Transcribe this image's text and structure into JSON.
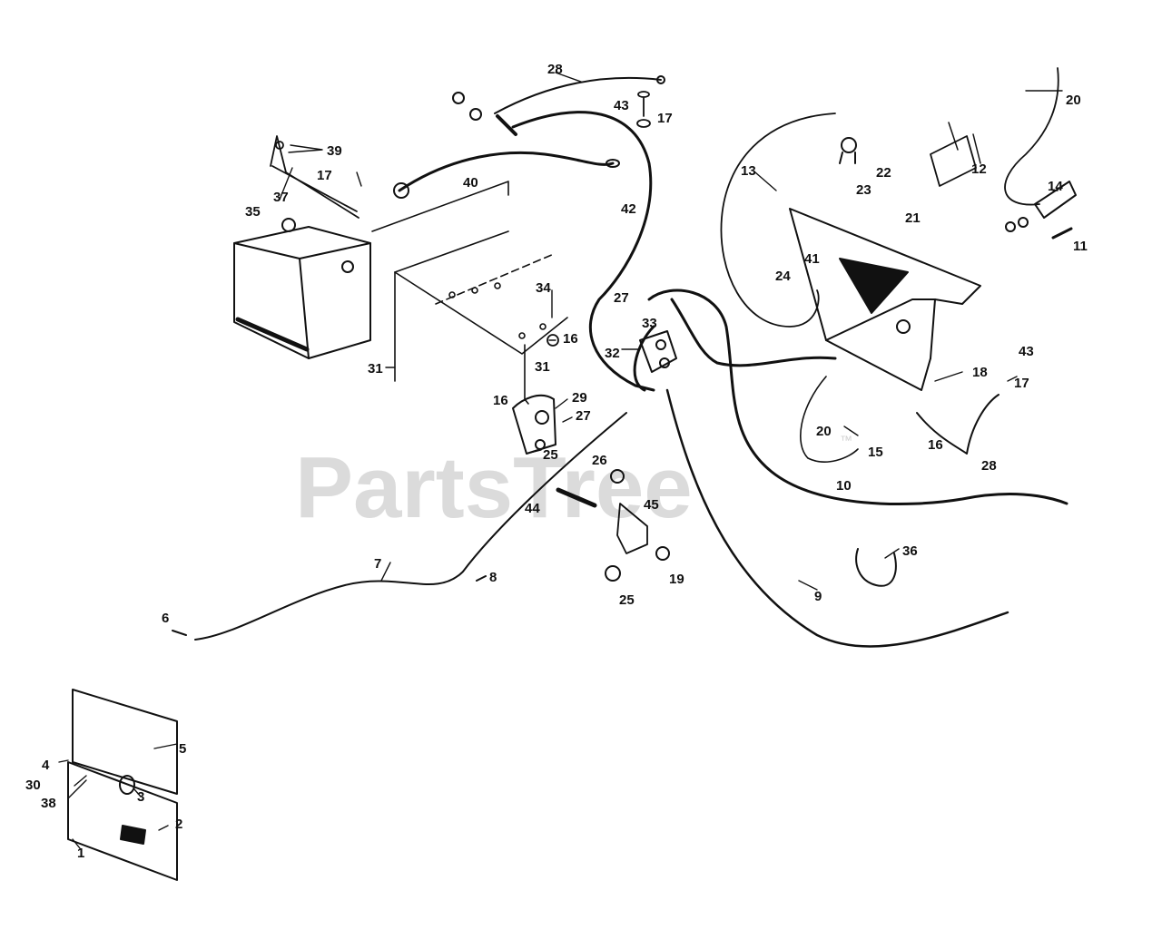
{
  "watermark": {
    "text": "PartsTree",
    "mark": "™"
  },
  "callouts": [
    {
      "id": "c28a",
      "text": "28"
    },
    {
      "id": "c43a",
      "text": "43"
    },
    {
      "id": "c17a",
      "text": "17"
    },
    {
      "id": "c39",
      "text": "39"
    },
    {
      "id": "c17b",
      "text": "17"
    },
    {
      "id": "c37",
      "text": "37"
    },
    {
      "id": "c40",
      "text": "40"
    },
    {
      "id": "c42",
      "text": "42"
    },
    {
      "id": "c35",
      "text": "35"
    },
    {
      "id": "c34",
      "text": "34"
    },
    {
      "id": "c16a",
      "text": "16"
    },
    {
      "id": "c31a",
      "text": "31"
    },
    {
      "id": "c31b",
      "text": "31"
    },
    {
      "id": "c27a",
      "text": "27"
    },
    {
      "id": "c33",
      "text": "33"
    },
    {
      "id": "c32",
      "text": "32"
    },
    {
      "id": "c16b",
      "text": "16"
    },
    {
      "id": "c29",
      "text": "29"
    },
    {
      "id": "c27b",
      "text": "27"
    },
    {
      "id": "c25a",
      "text": "25"
    },
    {
      "id": "c26",
      "text": "26"
    },
    {
      "id": "c44",
      "text": "44"
    },
    {
      "id": "c45",
      "text": "45"
    },
    {
      "id": "c19",
      "text": "19"
    },
    {
      "id": "c25b",
      "text": "25"
    },
    {
      "id": "c8",
      "text": "8"
    },
    {
      "id": "c7",
      "text": "7"
    },
    {
      "id": "c6",
      "text": "6"
    },
    {
      "id": "c5",
      "text": "5"
    },
    {
      "id": "c4",
      "text": "4"
    },
    {
      "id": "c30",
      "text": "30"
    },
    {
      "id": "c38",
      "text": "38"
    },
    {
      "id": "c3",
      "text": "3"
    },
    {
      "id": "c2",
      "text": "2"
    },
    {
      "id": "c1",
      "text": "1"
    },
    {
      "id": "c13",
      "text": "13"
    },
    {
      "id": "c22",
      "text": "22"
    },
    {
      "id": "c23",
      "text": "23"
    },
    {
      "id": "c12",
      "text": "12"
    },
    {
      "id": "c20a",
      "text": "20"
    },
    {
      "id": "c14",
      "text": "14"
    },
    {
      "id": "c11",
      "text": "11"
    },
    {
      "id": "c21",
      "text": "21"
    },
    {
      "id": "c41",
      "text": "41"
    },
    {
      "id": "c24",
      "text": "24"
    },
    {
      "id": "c43b",
      "text": "43"
    },
    {
      "id": "c17c",
      "text": "17"
    },
    {
      "id": "c18",
      "text": "18"
    },
    {
      "id": "c20b",
      "text": "20"
    },
    {
      "id": "c15",
      "text": "15"
    },
    {
      "id": "c16c",
      "text": "16"
    },
    {
      "id": "c28b",
      "text": "28"
    },
    {
      "id": "c10",
      "text": "10"
    },
    {
      "id": "c36",
      "text": "36"
    },
    {
      "id": "c9",
      "text": "9"
    }
  ],
  "colors": {
    "ink": "#111111",
    "watermark": "#cfcfcf",
    "background": "#ffffff"
  }
}
